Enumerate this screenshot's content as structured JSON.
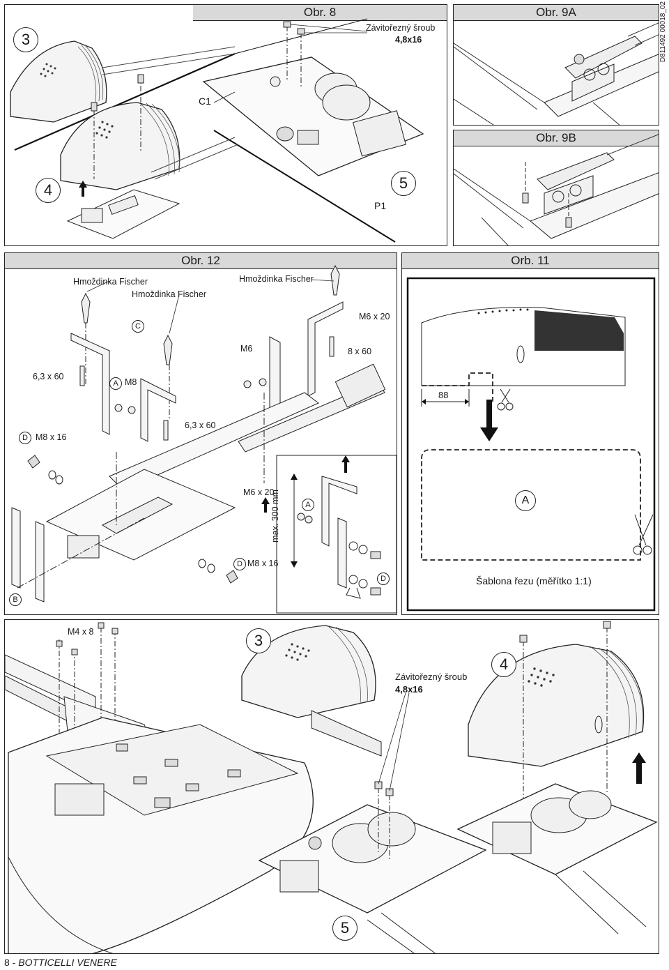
{
  "doc_id": "D811492 00018_02",
  "footer": {
    "page": "8 - ",
    "brand": "BOTTICELLI VENERE"
  },
  "step_numbers": {
    "three": "3",
    "four": "4",
    "five": "5"
  },
  "fig8": {
    "title": "Obr. 8",
    "screw_label": "Závitořezný šroub",
    "screw_size": "4,8x16",
    "label_c1": "C1",
    "label_p1": "P1"
  },
  "fig9a": {
    "title": "Obr. 9A"
  },
  "fig9b": {
    "title": "Obr. 9B"
  },
  "fig12": {
    "title": "Obr. 12",
    "dowel_1": "Hmoždinka Fischer",
    "dowel_2": "Hmoždinka Fischer",
    "dowel_3": "Hmoždinka Fischer",
    "m6x20_top": "M6 x 20",
    "m6": "M6",
    "s8x60": "8 x 60",
    "s63x60_left": "6,3 x 60",
    "s63x60_mid": "6,3 x 60",
    "m8": "M8",
    "m8x16_left": "M8 x 16",
    "m8x16_bottom": "M8 x 16",
    "m6x20_mid": "M6 x 20",
    "max300": "max. 300 mm",
    "tag_a": "A",
    "tag_b": "B",
    "tag_c": "C",
    "tag_d": "D"
  },
  "fig11": {
    "title": "Orb. 11",
    "dim_88": "88",
    "template_label": "A",
    "template_caption": "Šablona řezu (měřítko 1:1)"
  },
  "bottom": {
    "m4x8": "M4 x 8",
    "screw_label": "Závitořezný šroub",
    "screw_size": "4,8x16"
  }
}
